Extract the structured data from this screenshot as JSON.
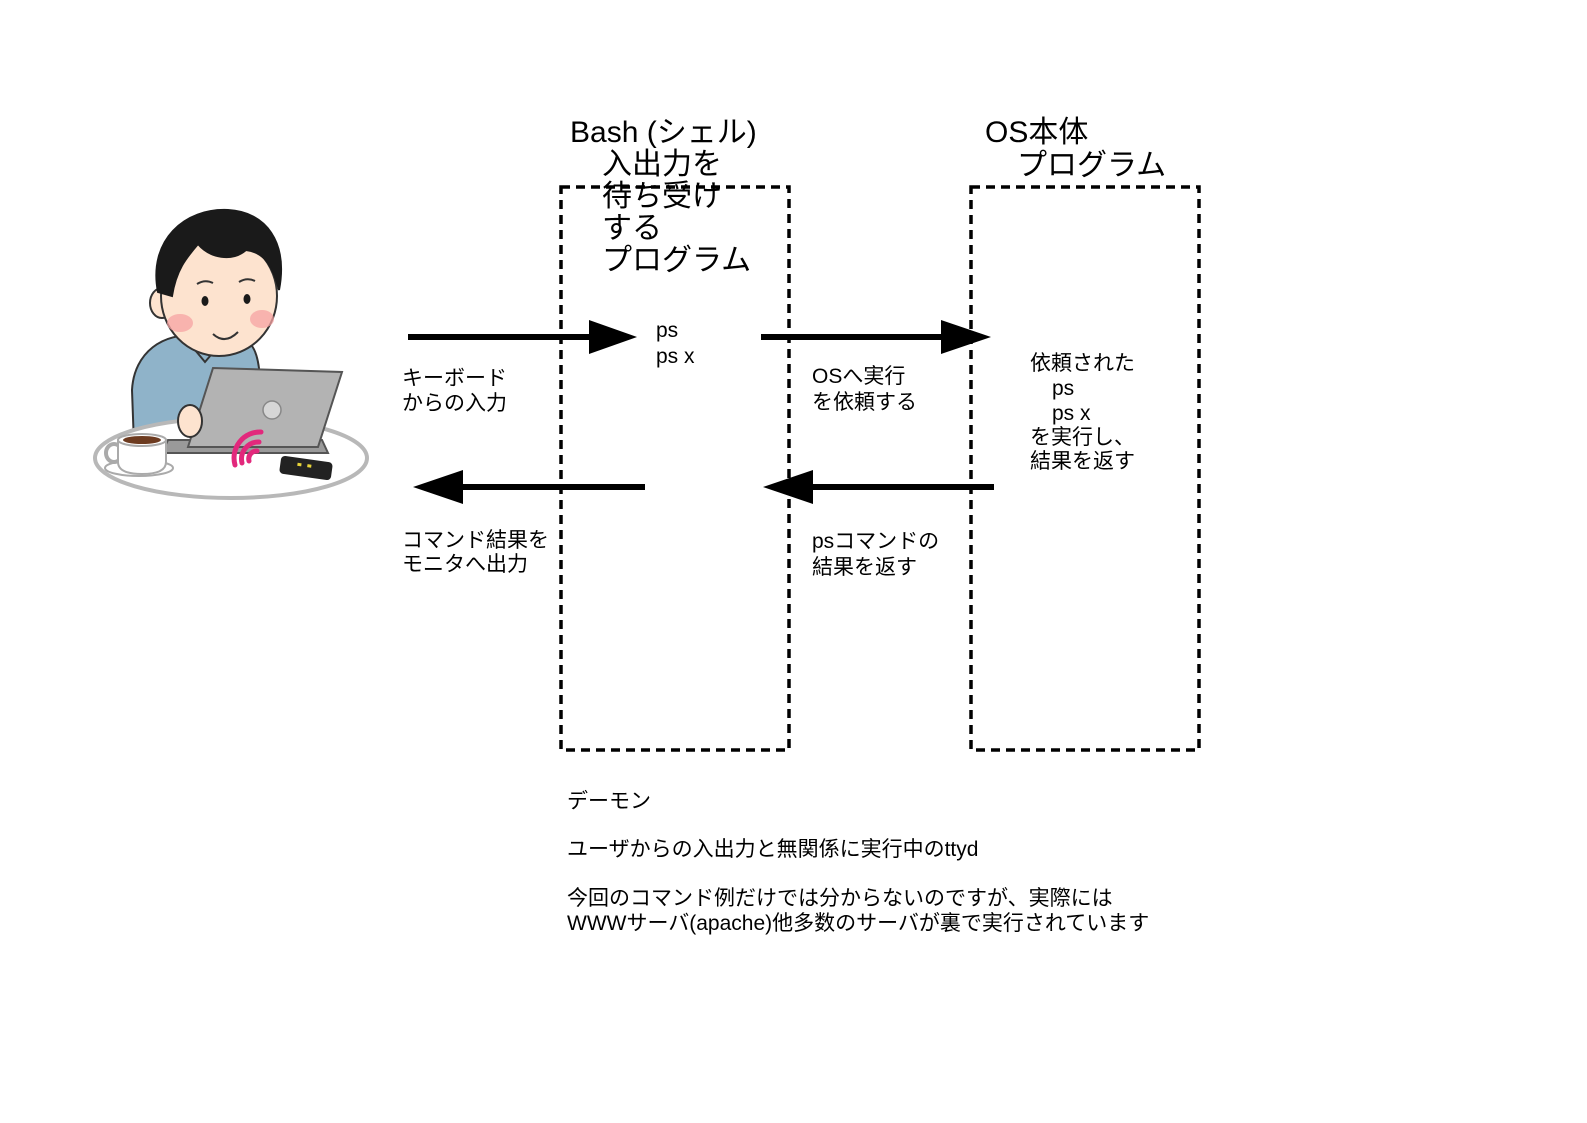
{
  "bash": {
    "title": "Bash (シェル)",
    "description_lines": [
      "入出力を",
      "待ち受け",
      "する",
      "プログラム"
    ]
  },
  "os": {
    "title": "OS本体",
    "subtitle": "プログラム"
  },
  "command": {
    "lines": [
      "ps",
      "ps x"
    ]
  },
  "flows": {
    "keyboard_input": [
      "キーボード",
      "からの入力"
    ],
    "request_to_os": [
      "OSへ実行",
      "を依頼する"
    ],
    "output_to_monitor": [
      "コマンド結果を",
      "モニタへ出力"
    ],
    "ps_result_return": [
      "psコマンドの",
      "結果を返す"
    ]
  },
  "os_action": {
    "lines": [
      "依頼された",
      "ps",
      "ps x",
      "を実行し、",
      "結果を返す"
    ]
  },
  "notes": {
    "heading": "デーモン",
    "description": "ユーザからの入出力と無関係に実行中のttyd",
    "remark_lines": [
      "今回のコマンド例だけでは分からないのですが、実際には",
      "WWWサーバ(apache)他多数のサーバが裏で実行されています"
    ]
  },
  "colors": {
    "arrow": "#000000",
    "box_border": "#000000",
    "wifi": "#e2287c",
    "shirt": "#8fb3c9",
    "laptop": "#b3b3b3"
  }
}
